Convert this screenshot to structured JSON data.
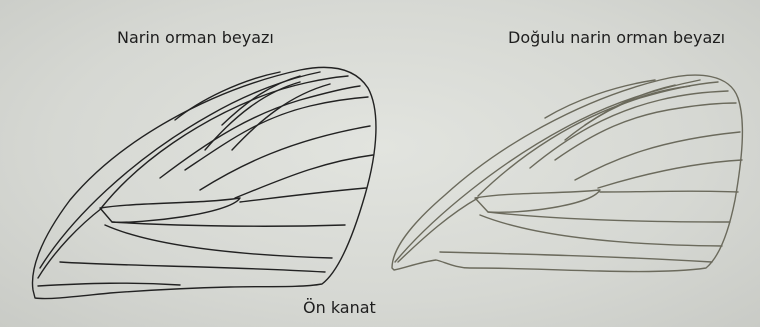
{
  "labels": {
    "left_title": "Narin orman beyazı",
    "right_title": "Doğulu narin orman beyazı",
    "caption": "Ön kanat"
  },
  "colors": {
    "background": "#d7d9d4",
    "left_wing_stroke": "#222222",
    "right_wing_stroke": "#6b6a5c"
  }
}
